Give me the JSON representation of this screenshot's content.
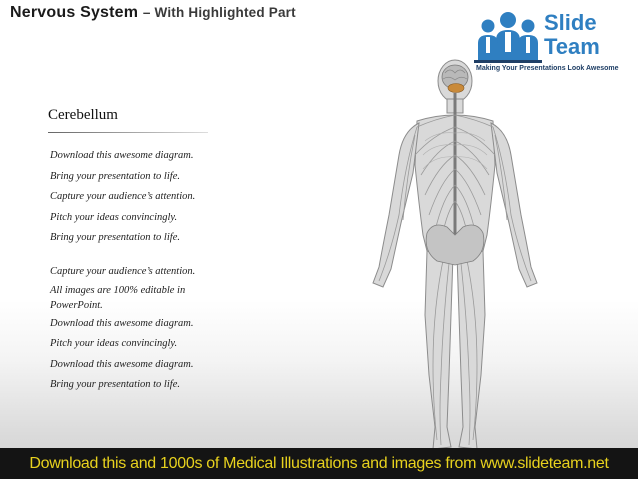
{
  "slide": {
    "title_main": "Nervous System",
    "title_sub": "– With Highlighted Part",
    "heading": "Cerebellum",
    "paragraph1": [
      "Download this awesome diagram.",
      "Bring your presentation to life.",
      "Capture your audience’s attention.",
      "Pitch your ideas convincingly.",
      "Bring your presentation to life."
    ],
    "paragraph2": [
      "Capture your audience’s attention.",
      "All images are 100% editable in PowerPoint.",
      "Download this awesome diagram.",
      "Pitch your ideas convincingly.",
      "Download this awesome diagram.",
      "Bring your presentation to life."
    ]
  },
  "logo": {
    "word1": "Slide",
    "word2": "Team",
    "tagline": "Making Your Presentations Look Awesome",
    "icon": "people-group-icon",
    "color": "#2f7fc1"
  },
  "figure": {
    "icon": "human-nervous-system-illustration",
    "highlight_color": "#c98a3a"
  },
  "footer": {
    "text": "Download this and 1000s of Medical Illustrations and images from www.slideteam.net",
    "text_color": "#e8d21e",
    "background": "#141414"
  }
}
